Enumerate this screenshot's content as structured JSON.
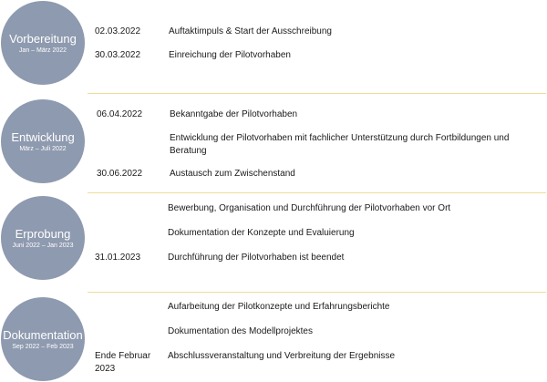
{
  "phases": [
    {
      "title": "Vorbereitung",
      "range": "Jan – März 2022",
      "items": [
        {
          "date": "02.03.2022",
          "text": "Auftaktimpuls & Start der Ausschreibung"
        },
        {
          "date": "30.03.2022",
          "text": "Einreichung der Pilotvorhaben"
        }
      ]
    },
    {
      "title": "Entwicklung",
      "range": "März – Juli 2022",
      "items": [
        {
          "date": "06.04.2022",
          "text": "Bekanntgabe der Pilotvorhaben"
        },
        {
          "date": "",
          "text": "Entwicklung der Pilotvorhaben mit fachlicher Unterstützung durch Fortbildungen und Beratung"
        },
        {
          "date": "30.06.2022",
          "text": "Austausch zum Zwischenstand"
        }
      ]
    },
    {
      "title": "Erprobung",
      "range": "Juni 2022 – Jan 2023",
      "items": [
        {
          "date": "",
          "text": "Bewerbung, Organisation und Durchführung der Pilotvorhaben vor Ort"
        },
        {
          "date": "",
          "text": "Dokumentation der Konzepte und Evaluierung"
        },
        {
          "date": "31.01.2023",
          "text": "Durchführung der Pilotvorhaben ist beendet"
        }
      ]
    },
    {
      "title": "Dokumentation",
      "range": "Sep 2022 – Feb 2023",
      "items": [
        {
          "date": "",
          "text": "Aufarbeitung der Pilotkonzepte und Erfahrungsberichte"
        },
        {
          "date": "",
          "text": "Dokumentation des Modellprojektes"
        },
        {
          "date": "Ende Februar 2023",
          "text": "Abschlussveranstaltung und Verbreitung der Ergebnisse"
        }
      ]
    }
  ]
}
